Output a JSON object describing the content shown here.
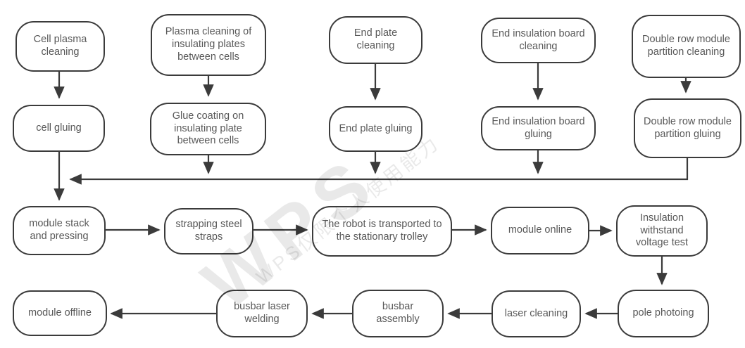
{
  "watermark": {
    "big": "WPS",
    "small": "WPS仅限个人使用能力"
  },
  "nodes": {
    "cell_plasma_cleaning": {
      "label": "Cell plasma cleaning"
    },
    "plasma_cleaning_plates": {
      "label": "Plasma cleaning of insulating plates between cells"
    },
    "end_plate_cleaning": {
      "label": "End plate cleaning"
    },
    "end_insulation_board_cleaning": {
      "label": "End insulation board cleaning"
    },
    "double_row_partition_cleaning": {
      "label": "Double row module partition cleaning"
    },
    "cell_gluing": {
      "label": "cell gluing"
    },
    "glue_coating_plate": {
      "label": "Glue coating on insulating plate between cells"
    },
    "end_plate_gluing": {
      "label": "End plate gluing"
    },
    "end_insulation_board_gluing": {
      "label": "End insulation board gluing"
    },
    "double_row_partition_gluing": {
      "label": "Double row module partition gluing"
    },
    "module_stack_pressing": {
      "label": "module stack and pressing"
    },
    "strapping_steel_straps": {
      "label": "strapping steel straps"
    },
    "robot_transport": {
      "label": "The robot is transported to the stationary trolley"
    },
    "module_online": {
      "label": "module online"
    },
    "insulation_test": {
      "label": "Insulation withstand voltage test"
    },
    "module_offline": {
      "label": "module offline"
    },
    "busbar_laser_welding": {
      "label": "busbar laser welding"
    },
    "busbar_assembly": {
      "label": "busbar assembly"
    },
    "laser_cleaning": {
      "label": "laser cleaning"
    },
    "pole_photoing": {
      "label": "pole photoing"
    }
  }
}
